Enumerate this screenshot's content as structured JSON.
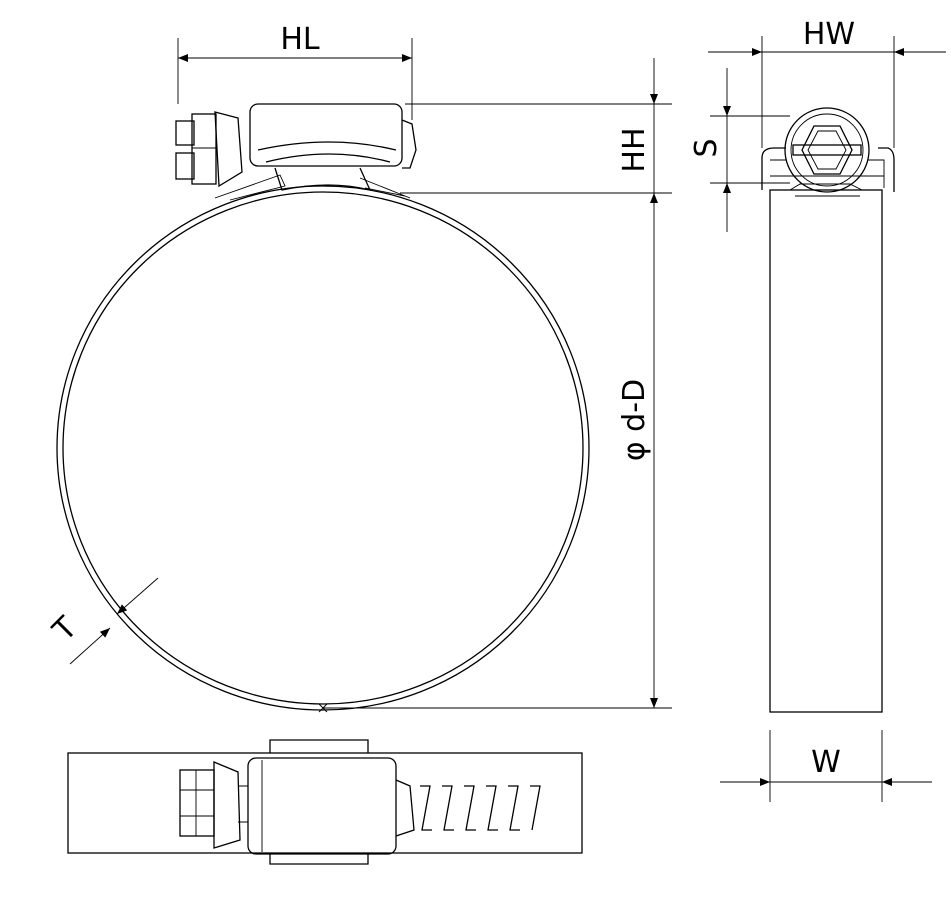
{
  "labels": {
    "hl": "HL",
    "hh": "HH",
    "hw": "HW",
    "s": "S",
    "w": "W",
    "t": "T",
    "diameter": "φ d-D"
  },
  "colors": {
    "stroke": "#000000",
    "background": "#ffffff"
  }
}
